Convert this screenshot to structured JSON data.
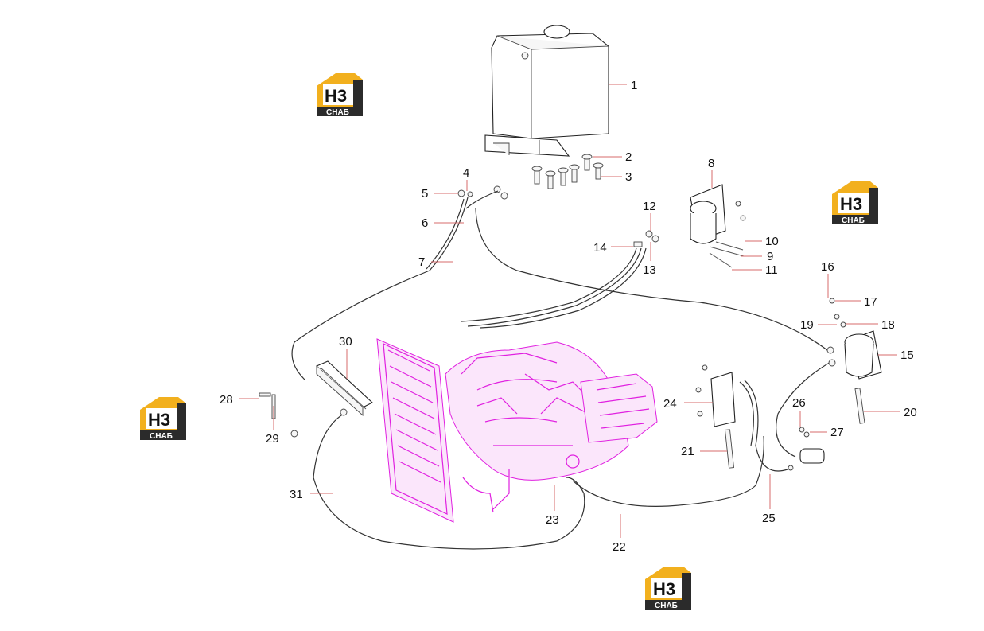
{
  "callouts": [
    "1",
    "2",
    "3",
    "4",
    "5",
    "6",
    "7",
    "8",
    "9",
    "10",
    "11",
    "12",
    "13",
    "14",
    "15",
    "16",
    "17",
    "18",
    "19",
    "20",
    "21",
    "22",
    "23",
    "24",
    "25",
    "26",
    "27",
    "28",
    "29",
    "30",
    "31"
  ],
  "watermark": {
    "top": "H3",
    "bottom": "СНАБ",
    "accent": "#f2b01e",
    "dark": "#2b2b2b"
  },
  "colors": {
    "engine": "#e020e0",
    "leader": "#d76b6b"
  }
}
